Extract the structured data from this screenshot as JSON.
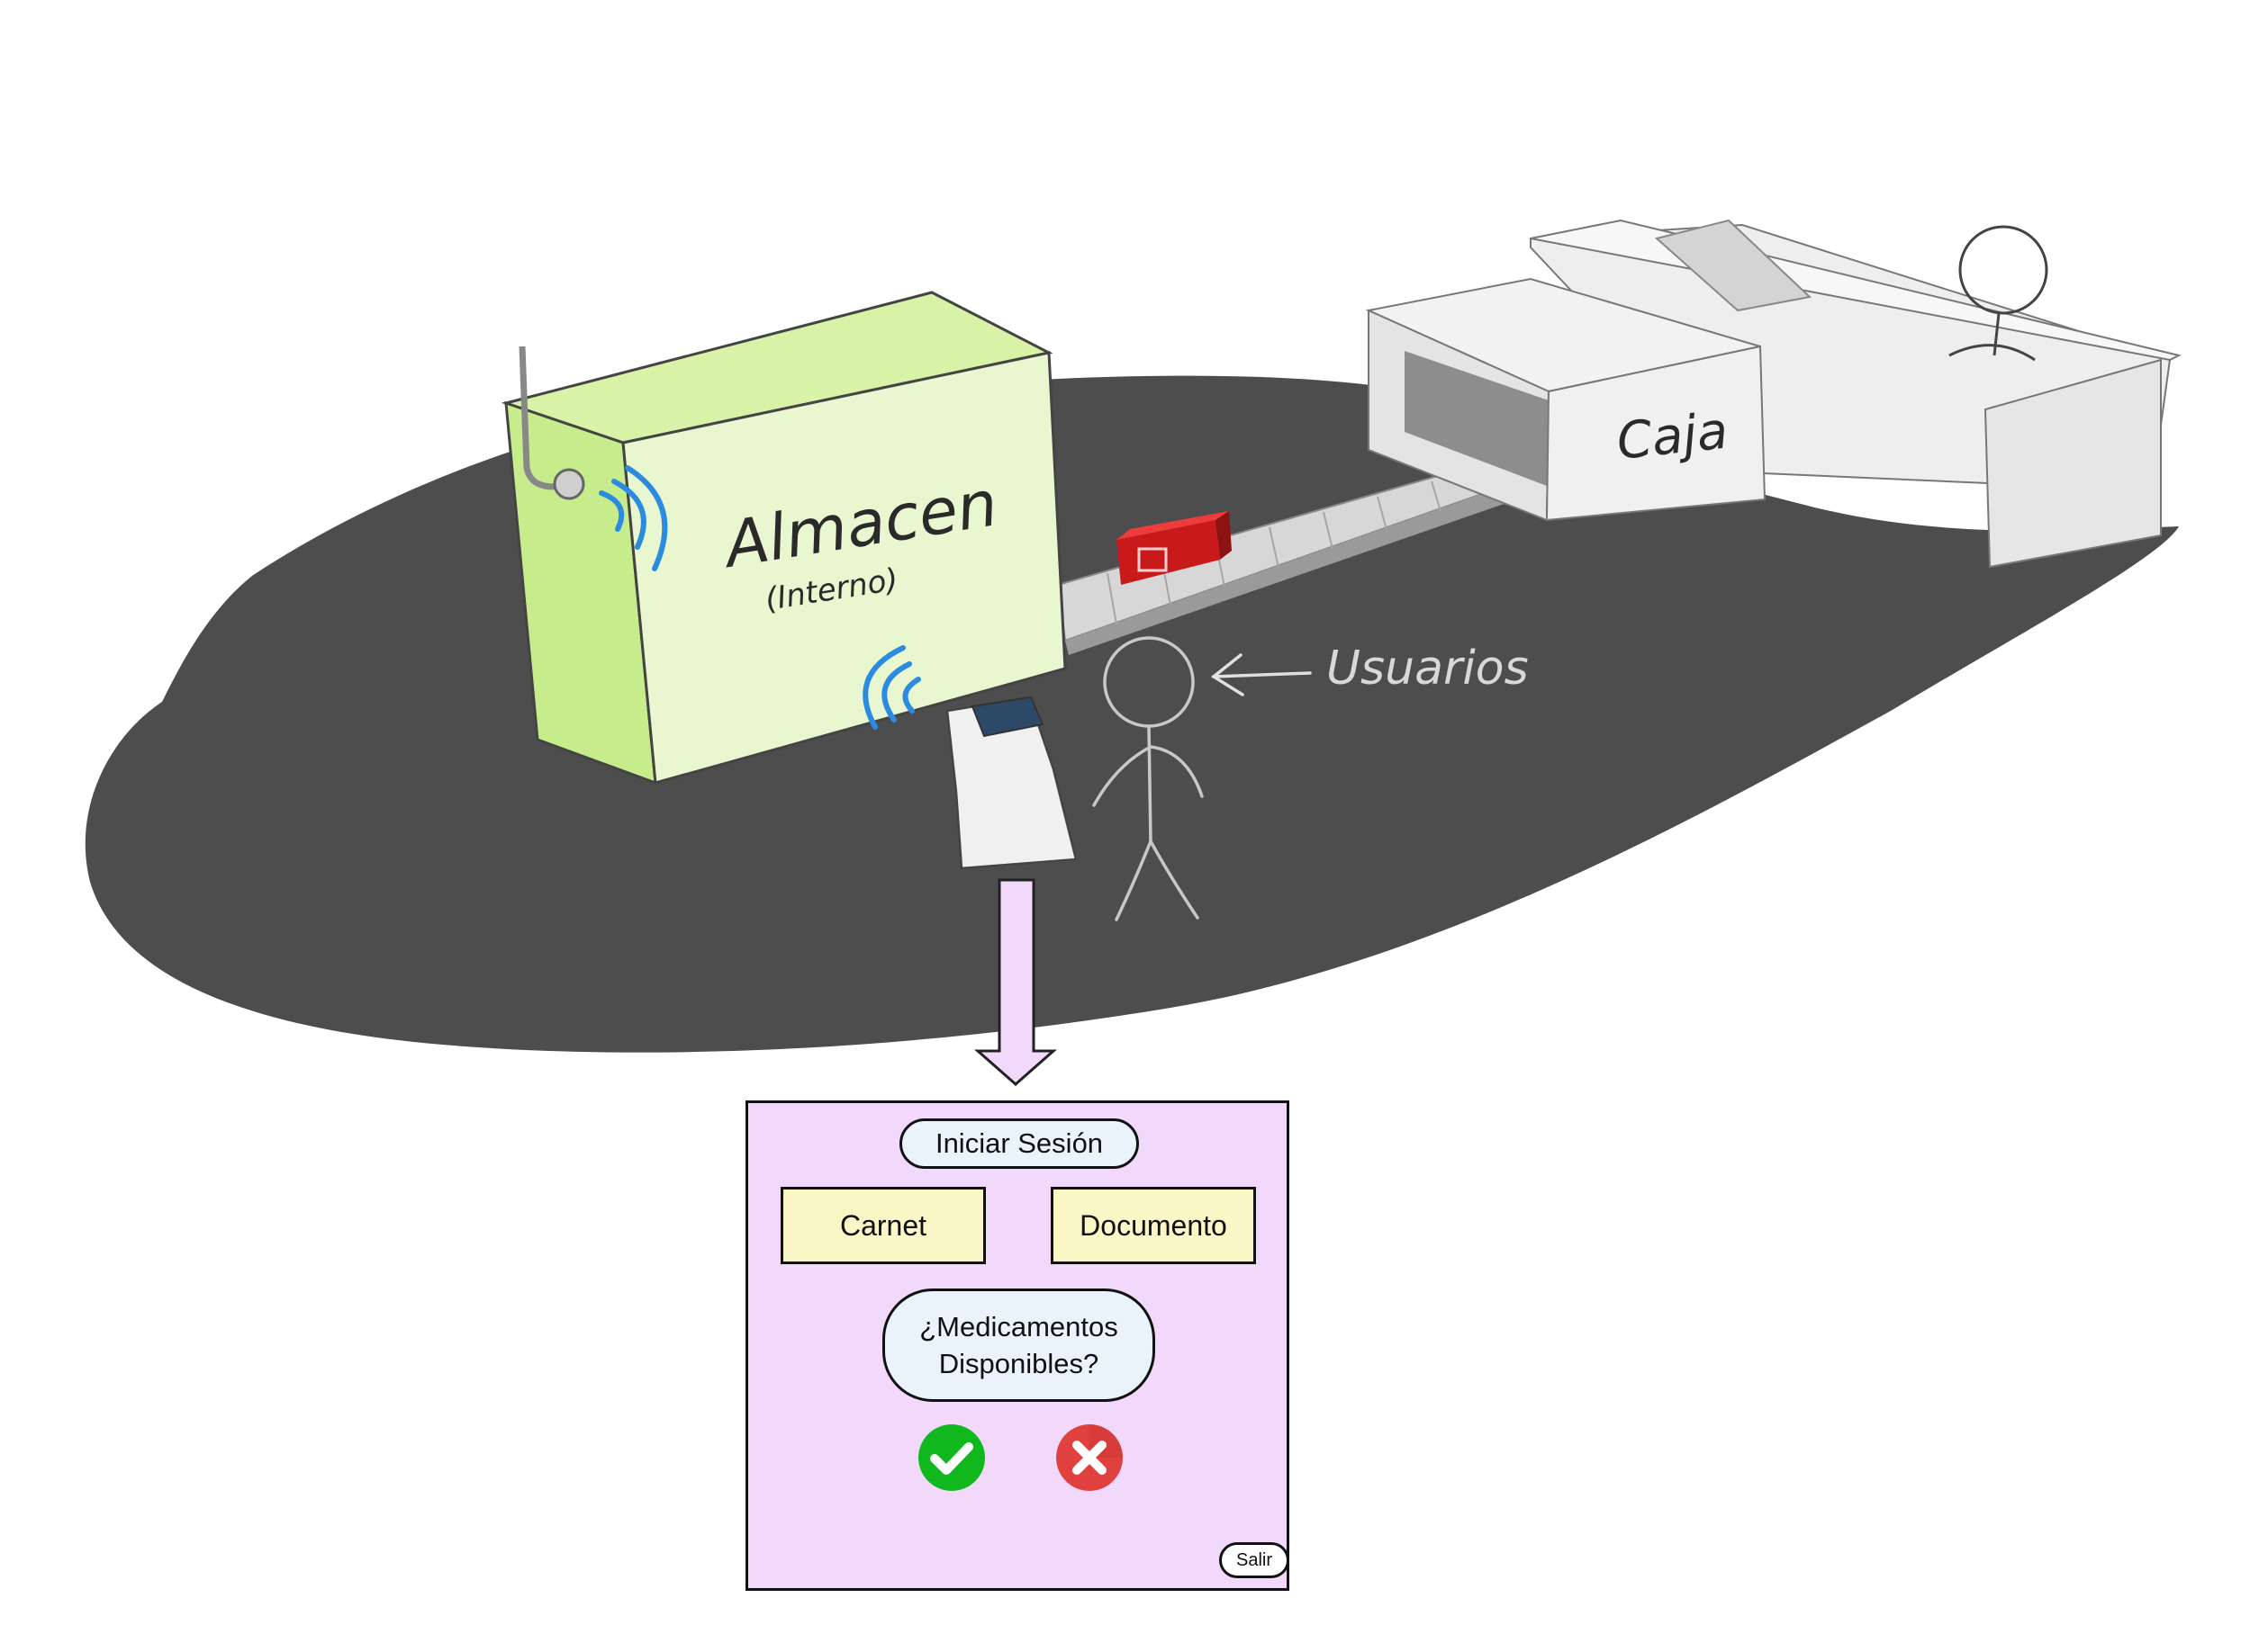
{
  "scene": {
    "warehouse_label": "Almacen",
    "warehouse_sublabel": "(Interno)",
    "checkout_label": "Caja",
    "users_label": "Usuarios"
  },
  "panel": {
    "login_label": "Iniciar Sesión",
    "carnet_label": "Carnet",
    "documento_label": "Documento",
    "meds_line1": "¿Medicamentos",
    "meds_line2": "Disponibles?",
    "exit_label": "Salir",
    "yes_icon": "check-icon",
    "no_icon": "cross-icon"
  },
  "colors": {
    "floor": "#4d4d4d",
    "warehouse": "#dff5b8",
    "panel_bg": "#f2d9fb",
    "arrow_fill": "#f2d9fb",
    "button_bg": "#fbf6c6",
    "pill_bg": "#eaf2fb",
    "yes": "#10b81e",
    "no": "#e0413e",
    "signal": "#2a8be0",
    "box": "#d41f1f"
  }
}
